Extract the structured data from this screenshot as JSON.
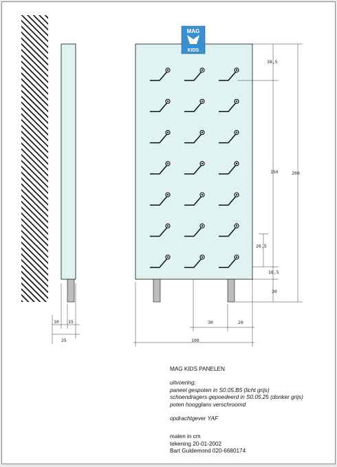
{
  "logo": {
    "line1": "MAG",
    "line2": "KIDS",
    "color": "#3a8fd0"
  },
  "colors": {
    "panel": "#dff3f2",
    "leg": "#bdbdbd",
    "ink": "#111111"
  },
  "dimensions": {
    "side_left": "10",
    "side_right": "15",
    "side_total": "25",
    "top_offset": "38,5",
    "middle_span": "150",
    "overall_height": "200",
    "row_pitch": "26,5",
    "bottom_offset": "18,5",
    "leg_height": "20",
    "leg_spacing": "30",
    "leg_right": "20",
    "panel_width": "100"
  },
  "notes": {
    "title": "MAG KIDS PANELEN",
    "uitvoering": "uitvoering;",
    "line1": "paneel gespoten in S0.05.B5 (licht grijs)",
    "line2": "schoendragers gepoedeerd in S0.05.25 (donker grijs)",
    "line3": "poten hoogglans verschroomd",
    "client": "opdrachtgever YAF",
    "units": "maten in cm",
    "date": "tekening 20-01-2002",
    "author": "Bart Guldemond 020-6680174"
  }
}
